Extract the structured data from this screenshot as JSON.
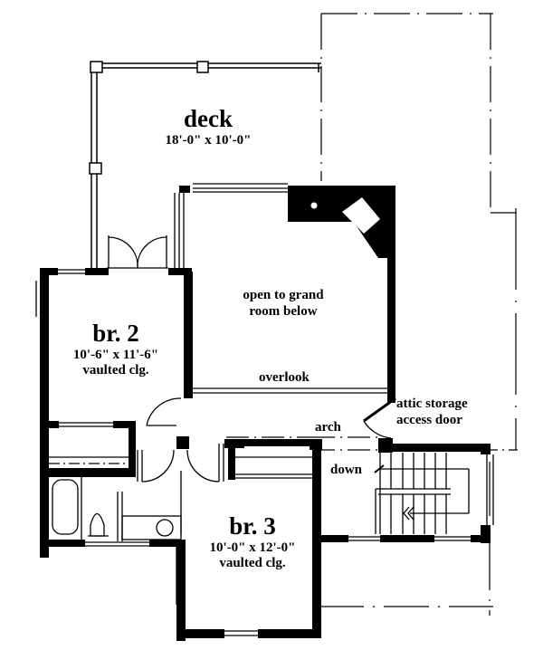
{
  "colors": {
    "wall": "#000000",
    "background": "#ffffff"
  },
  "rooms": {
    "deck": {
      "name": "deck",
      "size": "18'-0\" x 10'-0\""
    },
    "open": {
      "line1": "open to grand",
      "line2": "room below"
    },
    "br2": {
      "name": "br. 2",
      "size": "10'-6\" x 11'-6\"",
      "ceiling": "vaulted clg."
    },
    "br3": {
      "name": "br. 3",
      "size": "10'-0\" x 12'-0\"",
      "ceiling": "vaulted clg."
    }
  },
  "labels": {
    "overlook": "overlook",
    "attic_line1": "attic storage",
    "attic_line2": "access door",
    "arch": "arch",
    "down": "down"
  }
}
